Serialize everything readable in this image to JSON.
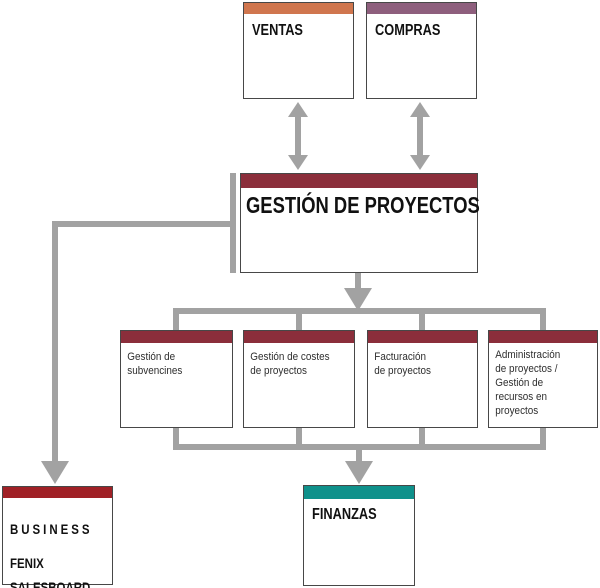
{
  "colors": {
    "ventas_header": "#D0764E",
    "compras_header": "#8E5F7D",
    "maroon_header": "#8B2E3B",
    "business_header": "#A02026",
    "finanzas_header": "#0F918B",
    "connector_gray": "#A2A2A2"
  },
  "boxes": {
    "ventas": {
      "label": "VENTAS"
    },
    "compras": {
      "label": "COMPRAS"
    },
    "gestion_proyectos": {
      "label": "GESTIÓN DE PROYECTOS"
    },
    "gestion_subvenciones": {
      "label": "Gestión de\nsubvencines"
    },
    "gestion_costes": {
      "label": "Gestión de costes\nde proyectos"
    },
    "facturacion": {
      "label": "Facturación\nde proyectos"
    },
    "administracion": {
      "label": "Administración\nde proyectos /\nGestión de\nrecursos en\nproyectos"
    },
    "business_fenix": {
      "line1": "BUSINESS",
      "line2": "FENIX",
      "line3": "SALESBOARD\nFOR FENIX"
    },
    "finanzas": {
      "label": "FINANZAS"
    }
  }
}
